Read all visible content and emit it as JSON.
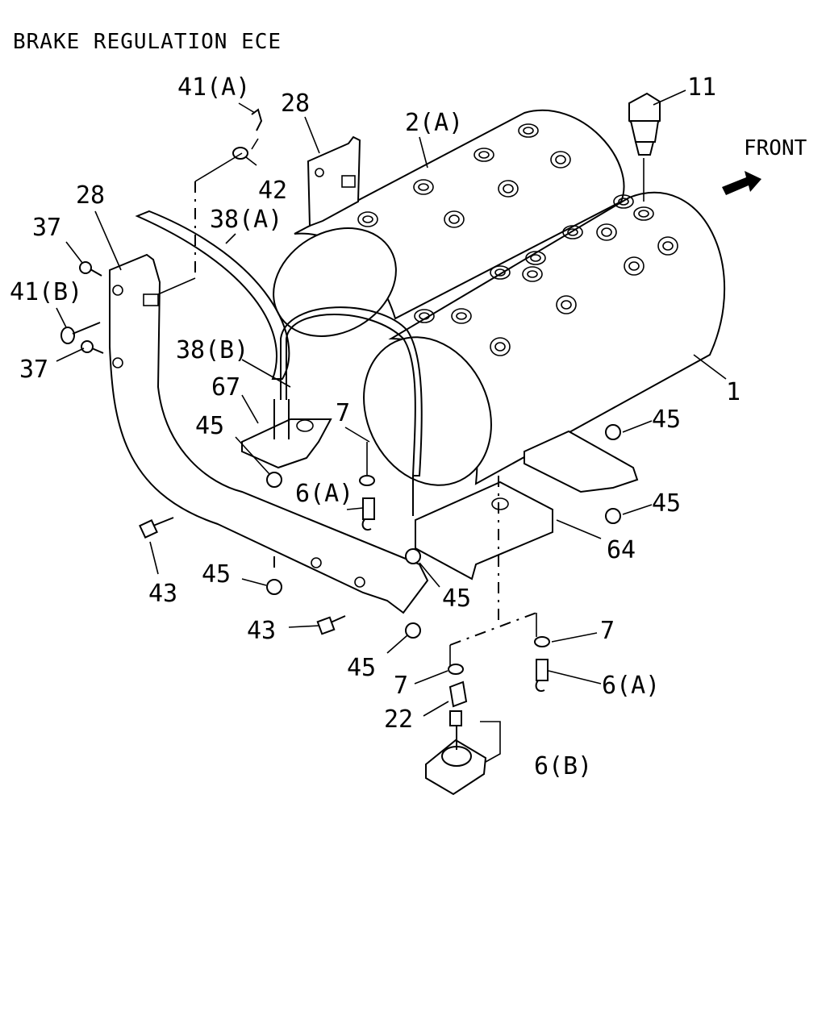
{
  "title": "BRAKE REGULATION ECE",
  "front_label": "FRONT",
  "callouts": {
    "c1": "1",
    "c2a": "2(A)",
    "c6a_upper": "6(A)",
    "c6a_lower": "6(A)",
    "c6b": "6(B)",
    "c7_upper": "7",
    "c7_right": "7",
    "c7_lower": "7",
    "c11": "11",
    "c22": "22",
    "c28_top": "28",
    "c28_left": "28",
    "c37_upper": "37",
    "c37_lower": "37",
    "c38a": "38(A)",
    "c38b": "38(B)",
    "c41a": "41(A)",
    "c41b": "41(B)",
    "c42": "42",
    "c43_left": "43",
    "c43_lower": "43",
    "c45_a": "45",
    "c45_b": "45",
    "c45_c": "45",
    "c45_d": "45",
    "c45_e": "45",
    "c45_f": "45",
    "c64": "64",
    "c67": "67"
  }
}
